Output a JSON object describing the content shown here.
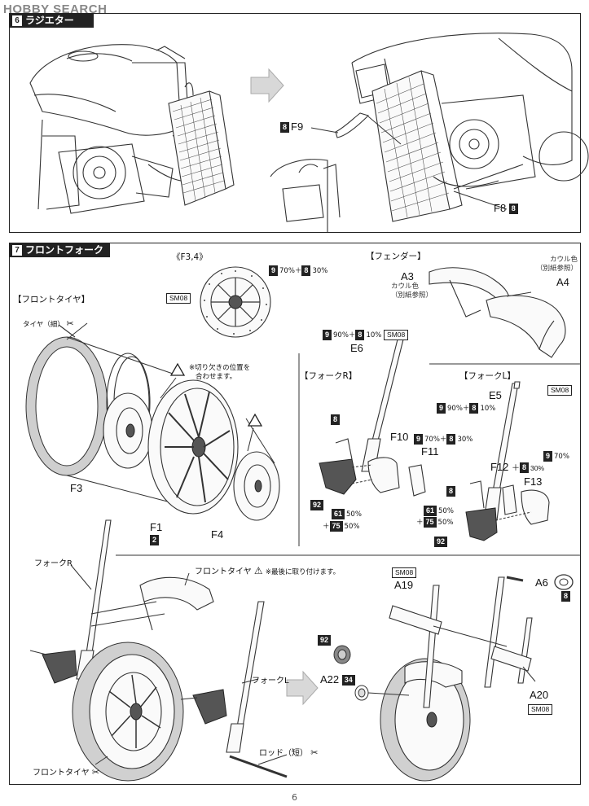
{
  "watermark": "HOBBY SEARCH",
  "step6": {
    "number": "6",
    "title": "ラジエター",
    "part_f9": "F9",
    "part_f9_color": "8",
    "part_f8": "F8",
    "part_f8_color": "8"
  },
  "step7": {
    "number": "7",
    "title": "フロントフォーク",
    "disc_group": "《F3,4》",
    "disc_color_a": "9",
    "disc_pct_a": "70%＋",
    "disc_color_b": "8",
    "disc_pct_b": "30%",
    "disc_sm": "SM08",
    "front_tire_header": "【フロントタイヤ】",
    "tire_label": "タイヤ（細）",
    "notch_note_1": "※切り欠きの位置を",
    "notch_note_2": "合わせます。",
    "part_f3": "F3",
    "part_f1": "F1",
    "part_f1_color": "2",
    "part_f4": "F4",
    "fender_header": "【フェンダー】",
    "part_a3": "A3",
    "cowl_color_1": "カウル色",
    "cowl_color_2": "（別紙参照）",
    "part_a4": "A4",
    "cowl_color_r1": "カウル色",
    "cowl_color_r2": "（別紙参照）",
    "e6_color_a": "9",
    "e6_pct_a": "90%＋",
    "e6_color_b": "8",
    "e6_pct_b": "10%",
    "e6_sm": "SM08",
    "part_e6": "E6",
    "fork_r_header": "【フォークR】",
    "fork_l_header": "【フォークL】",
    "e5_sm": "SM08",
    "part_e5": "E5",
    "e5_color_a": "9",
    "e5_pct_a": "90%＋",
    "e5_color_b": "8",
    "e5_pct_b": "10%",
    "r_color_8": "8",
    "part_f10": "F10",
    "f10_color_a": "9",
    "f10_pct_a": "70%＋",
    "f10_color_b": "8",
    "f10_pct_b": "30%",
    "part_f11": "F11",
    "r_color_92": "92",
    "r_color_61": "61",
    "r_pct_61": "50%",
    "r_plus": "＋",
    "r_color_75": "75",
    "r_pct_75": "50%",
    "part_f12": "F12",
    "f12_color_a": "9",
    "f12_pct_a": "70%",
    "f12_plus": "＋",
    "f12_color_b": "8",
    "f12_pct_b": "30%",
    "l_color_8": "8",
    "part_f13": "F13",
    "l_color_61": "61",
    "l_pct_61": "50%",
    "l_plus": "＋",
    "l_color_75": "75",
    "l_pct_75": "50%",
    "l_color_92": "92",
    "fork_r_label": "フォークR",
    "front_tire_label": "フロントタイヤ",
    "last_note": "※最後に取り付けます。",
    "fork_l_label": "フォークL",
    "rod_label": "ロッド（短）",
    "front_tire_bottom": "フロントタイヤ",
    "a19_sm": "SM08",
    "part_a19": "A19",
    "part_a6": "A6",
    "a6_color": "8",
    "a22_color_92": "92",
    "part_a22": "A22",
    "a22_color": "34",
    "part_a20": "A20",
    "a20_sm": "SM08"
  },
  "page_number": "6"
}
